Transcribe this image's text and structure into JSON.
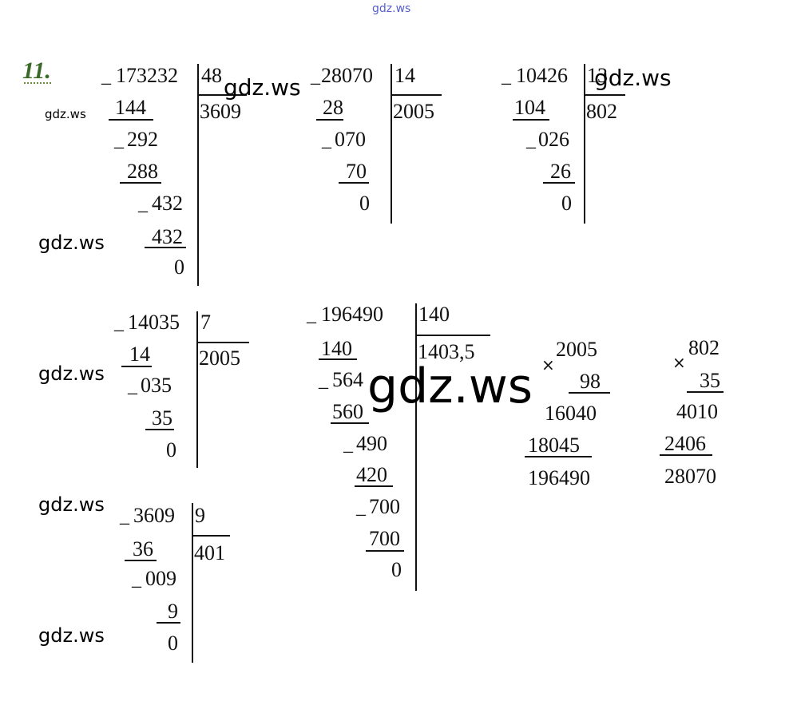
{
  "header": {
    "site_link": "gdz.ws"
  },
  "exercise_number": "11.",
  "watermarks": [
    "gdz.ws",
    "gdz.ws",
    "gdz.ws",
    "gdz.ws",
    "gdz.ws",
    "gdz.ws",
    "gdz.ws",
    "gdz.ws"
  ],
  "operators": {
    "minus": "_",
    "times": "×"
  },
  "div1": {
    "dividend": "173232",
    "divisor": "48",
    "quotient": "3609",
    "steps": [
      "144",
      "292",
      "288",
      "432",
      "432",
      "0"
    ]
  },
  "div2": {
    "dividend": "28070",
    "divisor": "14",
    "quotient": "2005",
    "steps": [
      "28",
      "070",
      "70",
      "0"
    ]
  },
  "div3": {
    "dividend": "10426",
    "divisor": "13",
    "quotient": "802",
    "steps": [
      "104",
      "026",
      "26",
      "0"
    ]
  },
  "div4": {
    "dividend": "14035",
    "divisor": "7",
    "quotient": "2005",
    "steps": [
      "14",
      "035",
      "35",
      "0"
    ]
  },
  "div5": {
    "dividend": "196490",
    "divisor": "140",
    "quotient": "1403,5",
    "steps": [
      "140",
      "564",
      "560",
      "490",
      "420",
      "700",
      "700",
      "0"
    ]
  },
  "div6": {
    "dividend": "3609",
    "divisor": "9",
    "quotient": "401",
    "steps": [
      "36",
      "009",
      "9",
      "0"
    ]
  },
  "mul1": {
    "a": "2005",
    "b": "98",
    "p1": "16040",
    "p2": "18045",
    "result": "196490"
  },
  "mul2": {
    "a": "802",
    "b": "35",
    "p1": "4010",
    "p2": "2406",
    "result": "28070"
  }
}
